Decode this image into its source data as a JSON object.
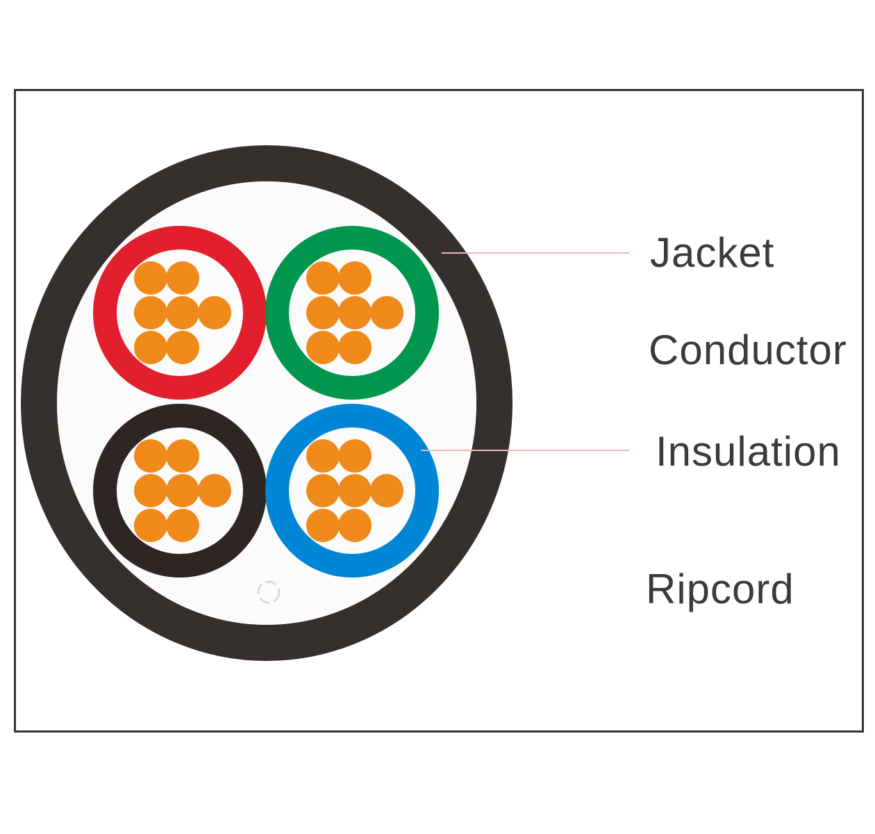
{
  "labels": {
    "jacket": "Jacket",
    "conductor": "Conductor",
    "insulation": "Insulation",
    "ripcord": "Ripcord"
  },
  "colors": {
    "jacket": "#352f2d",
    "filler": "#fbfbfb",
    "conductor": "#ef8a1a",
    "insulation_red": "#e21f2c",
    "insulation_green": "#00964e",
    "insulation_black": "#2e2624",
    "insulation_blue": "#0086d4",
    "leader_line": "#f4b6b9",
    "text": "#3a3a3a",
    "border": "#333333"
  },
  "cores": [
    {
      "name": "red-core",
      "color_key": "insulation_red"
    },
    {
      "name": "green-core",
      "color_key": "insulation_green"
    },
    {
      "name": "black-core",
      "color_key": "insulation_black"
    },
    {
      "name": "blue-core",
      "color_key": "insulation_blue"
    }
  ]
}
